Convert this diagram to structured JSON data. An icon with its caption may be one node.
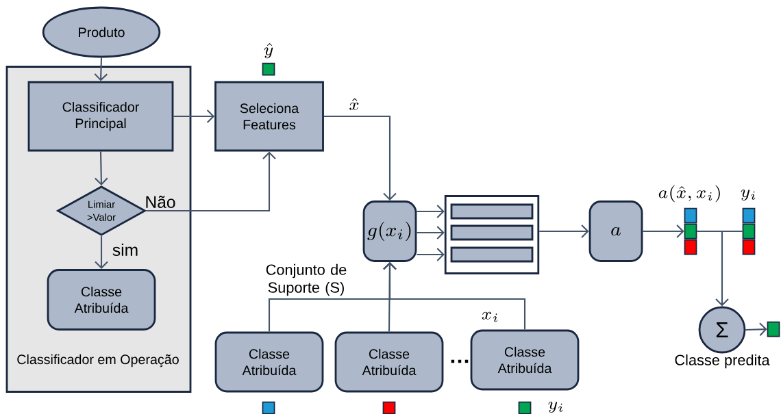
{
  "diagram": {
    "nodes": [
      {
        "text": [
          "Produto"
        ]
      },
      {
        "text": [
          "Classificador em Operação"
        ]
      },
      {
        "text": [
          "Classificador Principal"
        ],
        "in": 1
      },
      {
        "text": [
          "Limiar >Valor"
        ],
        "in": 1
      },
      {
        "text": [
          "Classe Atribuída"
        ],
        "in": 1
      },
      {
        "text": [],
        "shape": "box"
      },
      {
        "text": [
          "Seleciona Features"
        ]
      },
      {
        "text": [
          "g(x_i)"
        ]
      },
      {
        "text": [],
        "shape": "box"
      },
      {
        "text": [],
        "shape": "bar",
        "in": 8
      },
      {
        "text": [],
        "shape": "bar",
        "in": 8
      },
      {
        "text": [],
        "shape": "bar",
        "in": 8
      },
      {
        "text": [
          "a"
        ]
      },
      {
        "text": [],
        "shape": "box"
      },
      {
        "text": [],
        "shape": "box"
      },
      {
        "text": [],
        "shape": "box"
      },
      {
        "text": [],
        "shape": "box"
      },
      {
        "text": [],
        "shape": "box"
      },
      {
        "text": [],
        "shape": "box"
      },
      {
        "text": [
          "Σ"
        ],
        "beside": [
          "Classe predita"
        ]
      },
      {
        "text": [],
        "shape": "box"
      },
      {
        "text": [
          "Classe Atribuída"
        ]
      },
      {
        "text": [
          "Classe Atribuída"
        ]
      },
      {
        "text": [
          "Classe Atribuída"
        ]
      },
      {
        "text": [],
        "shape": "box"
      },
      {
        "text": [],
        "shape": "box"
      },
      {
        "text": [],
        "shape": "box"
      }
    ],
    "edges": [
      {
        "from": 0,
        "to": 2,
        "arrow": "to"
      },
      {
        "from": 2,
        "to": 6,
        "arrow": "to"
      },
      {
        "from": 2,
        "to": 3,
        "arrow": "to"
      },
      {
        "from": 3,
        "to": 6,
        "arrow": "to",
        "label": "Não"
      },
      {
        "from": 3,
        "to": 4,
        "arrow": "to",
        "label": "sim"
      },
      {
        "from": 6,
        "to": 7,
        "arrow": "to",
        "label": "\\hat{x}"
      },
      {
        "from": 7,
        "to": 9,
        "arrow": "to"
      },
      {
        "from": 7,
        "to": 10,
        "arrow": "to"
      },
      {
        "from": 7,
        "to": 11,
        "arrow": "to"
      },
      {
        "from": 8,
        "to": 12,
        "arrow": "to"
      },
      {
        "from": 12,
        "to": 14,
        "arrow": "to"
      },
      {
        "from": 14,
        "to": 17,
        "arrow": "none"
      },
      {
        "from": 14,
        "to": 19,
        "arrow": "to"
      },
      {
        "from": 19,
        "to": 20,
        "arrow": "to"
      },
      {
        "from": 21,
        "to": 7,
        "arrow": "to"
      },
      {
        "from": 22,
        "to": 7,
        "arrow": "to"
      },
      {
        "from": 23,
        "to": 7,
        "arrow": "to"
      }
    ],
    "labels": [
      "\\hat{y}",
      "a(\\hat{x}, x_i)",
      "y_i",
      "Conjunto de Suporte (S)",
      "x_i",
      "…",
      "y_i"
    ]
  }
}
